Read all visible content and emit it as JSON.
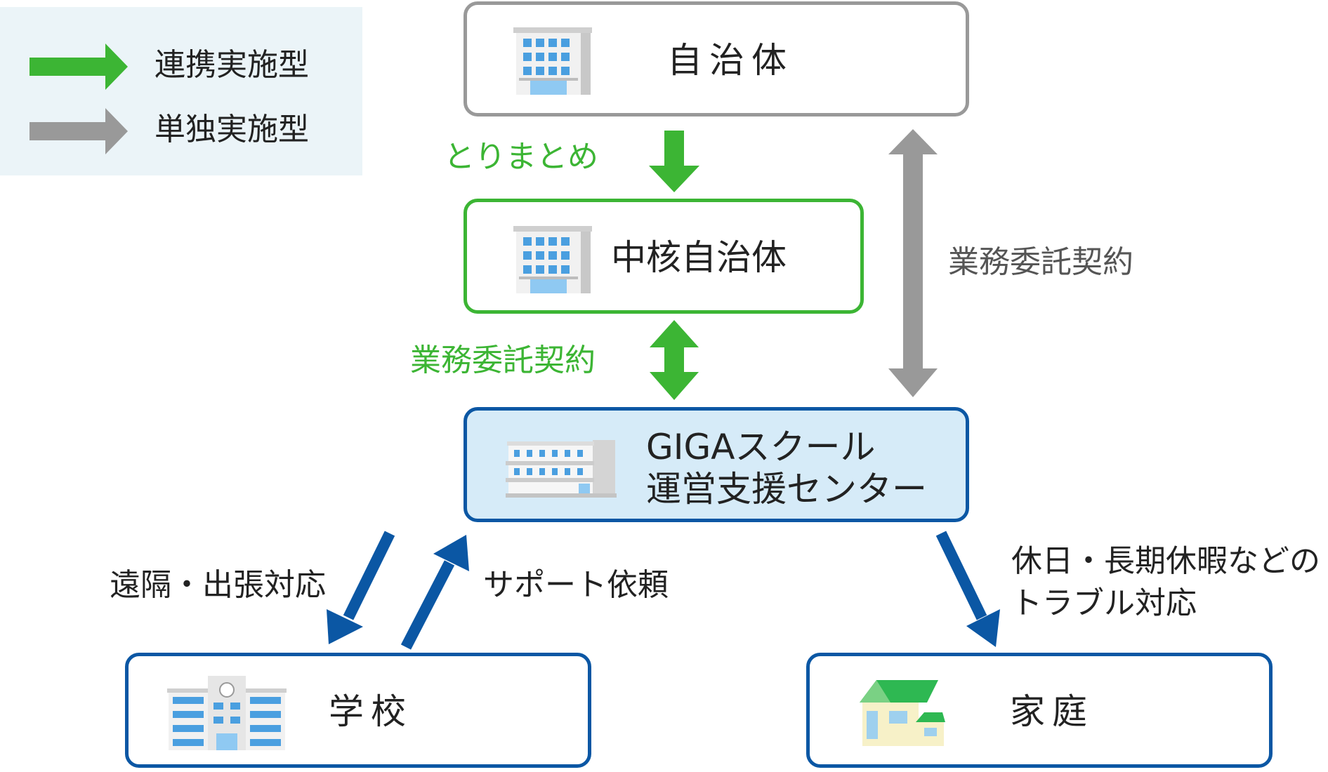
{
  "legend": {
    "items": [
      {
        "label": "連携実施型",
        "color": "#3cb534"
      },
      {
        "label": "単独実施型",
        "color": "#999999"
      }
    ]
  },
  "nodes": {
    "local_gov": {
      "label": "自治体",
      "border_color": "#999999",
      "icon": "office-building-icon"
    },
    "core_gov": {
      "label": "中核自治体",
      "border_color": "#3cb534",
      "icon": "office-building-icon"
    },
    "support_center": {
      "label_line1": "GIGAスクール",
      "label_line2": "運営支援センター",
      "border_color": "#0b57a4",
      "fill": "#d6ebf8",
      "icon": "support-center-building-icon"
    },
    "school": {
      "label": "学校",
      "border_color": "#0b57a4",
      "icon": "school-building-icon"
    },
    "home": {
      "label": "家庭",
      "border_color": "#0b57a4",
      "icon": "house-icon"
    }
  },
  "edges": {
    "consolidate": {
      "label": "とりまとめ",
      "color": "#3cb534"
    },
    "green_contract": {
      "label": "業務委託契約",
      "color": "#3cb534"
    },
    "gray_contract": {
      "label": "業務委託契約",
      "color": "#999999"
    },
    "remote_visit": {
      "label": "遠隔・出張対応",
      "color": "#0b57a4"
    },
    "support_request": {
      "label": "サポート依頼",
      "color": "#0b57a4"
    },
    "holiday_trouble": {
      "label_line1": "休日・長期休暇などの",
      "label_line2": "トラブル対応",
      "color": "#0b57a4"
    }
  }
}
